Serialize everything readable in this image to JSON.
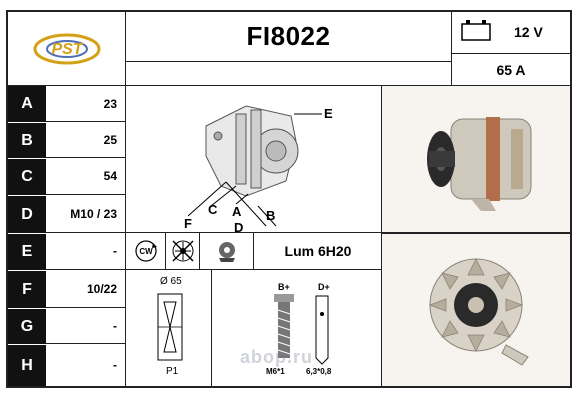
{
  "header": {
    "part_number": "FI8022",
    "voltage": "12 V",
    "amperage": "65 A",
    "logo_text": "PST"
  },
  "rows": [
    {
      "label": "A",
      "value": "23"
    },
    {
      "label": "B",
      "value": "25"
    },
    {
      "label": "C",
      "value": "54"
    },
    {
      "label": "D",
      "value": "M10 / 23"
    },
    {
      "label": "E",
      "value": "-"
    },
    {
      "label": "F",
      "value": "10/22"
    },
    {
      "label": "G",
      "value": "-"
    },
    {
      "label": "H",
      "value": "-"
    }
  ],
  "diagram_labels": {
    "e": "E",
    "f": "F",
    "c": "C",
    "a": "A",
    "b": "B",
    "d": "D"
  },
  "rotation_icon_text": "CW",
  "regulator": "Lum 6H20",
  "pulley": {
    "diameter": "Ø 65",
    "type": "P1"
  },
  "terminals": {
    "b_label": "B+",
    "d_label": "D+",
    "b_size": "M6*1",
    "d_size": "6,3*0,8"
  },
  "watermark": "aboр.ru",
  "colors": {
    "label_bg": "#111111",
    "border": "#222222"
  }
}
